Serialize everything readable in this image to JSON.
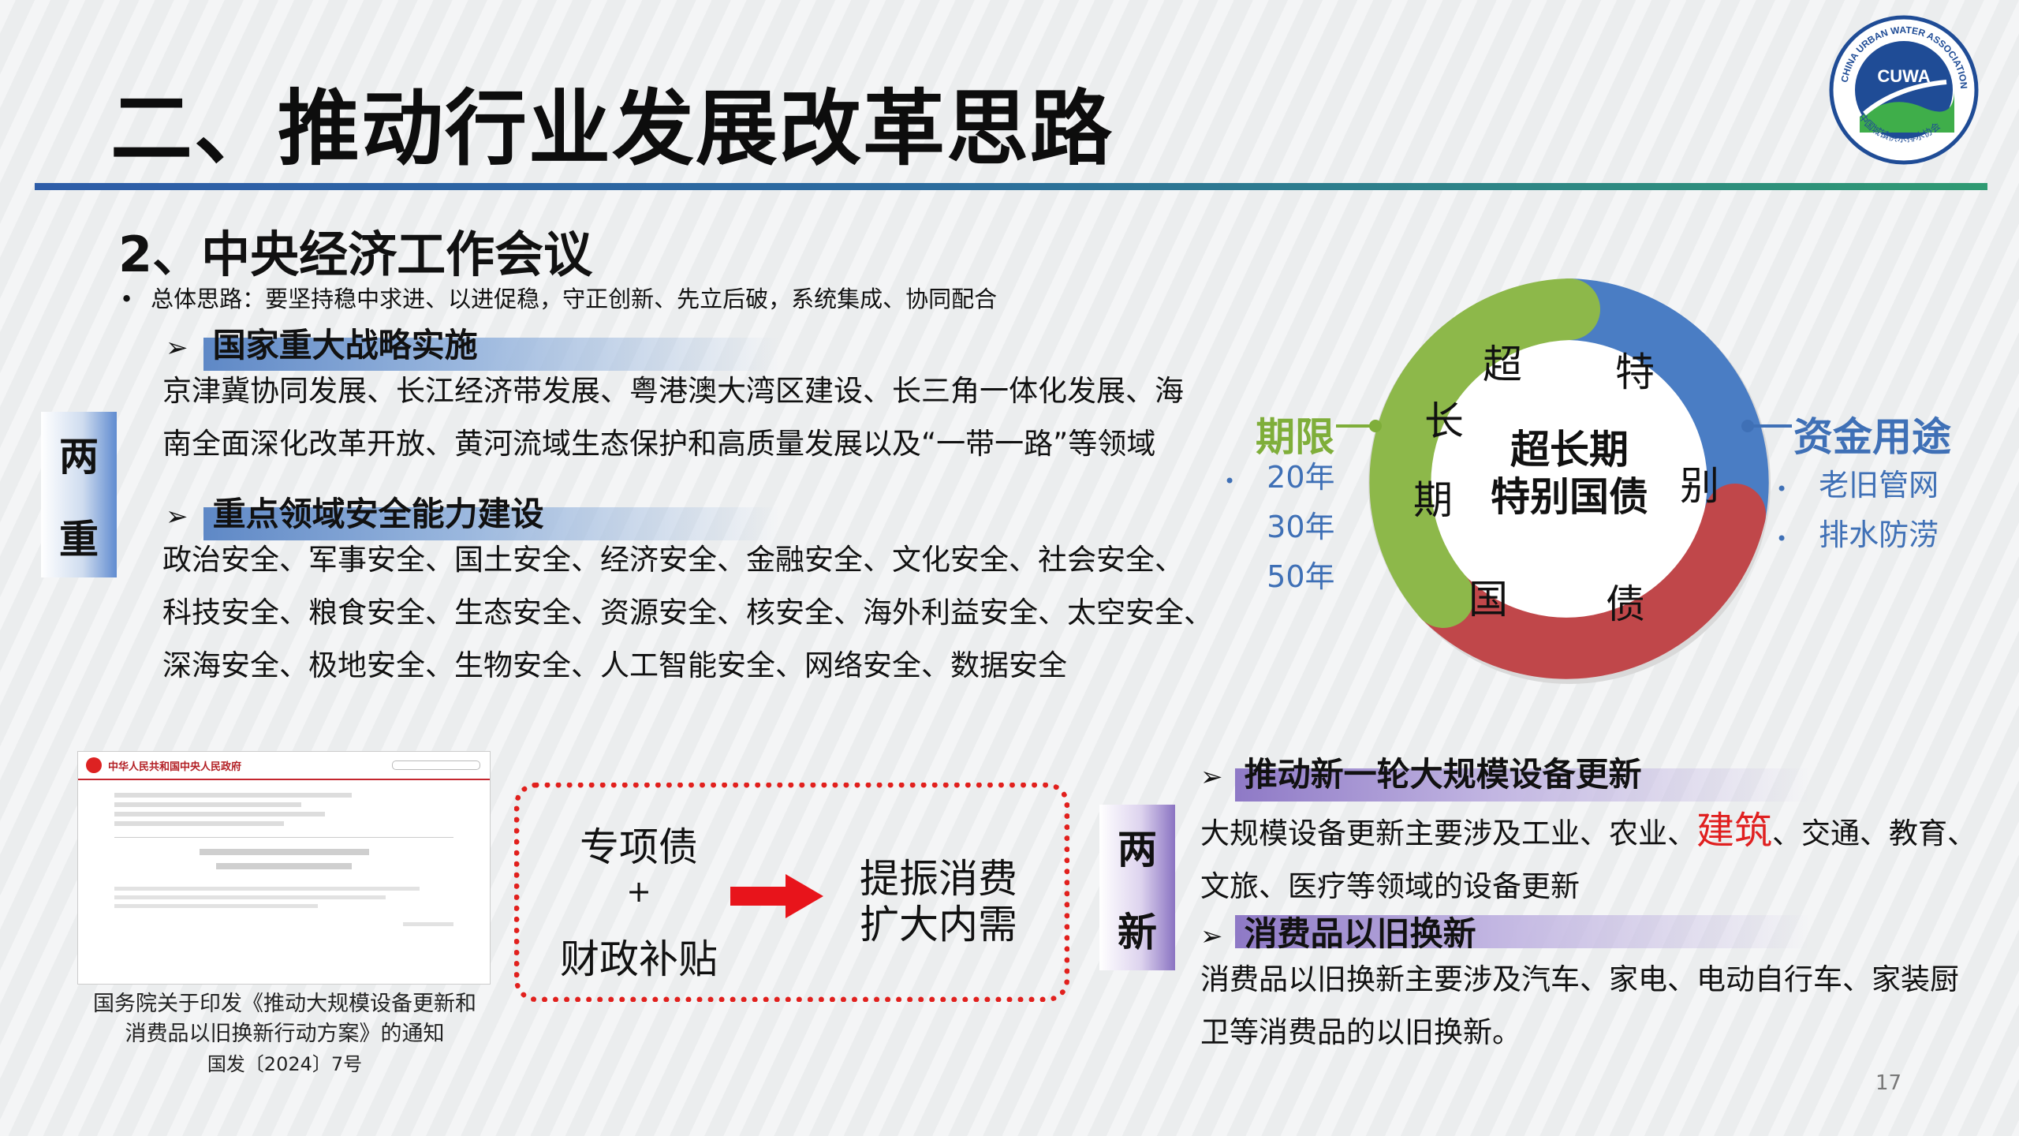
{
  "title": "二、推动行业发展改革思路",
  "logo": {
    "text": "CUWA",
    "ring_text": "CHINA URBAN WATER ASSOCIATION",
    "ring_text_cn": "中国城镇供水排水协会"
  },
  "subtitle": "2、中央经济工作会议",
  "intro": "总体思路：要坚持稳中求进、以进促稳，守正创新、先立后破，系统集成、协同配合",
  "left_label": [
    "两",
    "重"
  ],
  "section1": {
    "heading": "国家重大战略实施",
    "lines": [
      "京津冀协同发展、长江经济带发展、粤港澳大湾区建设、长三角一体化发展、海",
      "南全面深化改革开放、黄河流域生态保护和高质量发展以及“一带一路”等领域"
    ]
  },
  "section2": {
    "heading": "重点领域安全能力建设",
    "lines": [
      "政治安全、军事安全、国土安全、经济安全、金融安全、文化安全、社会安全、",
      "科技安全、粮食安全、生态安全、资源安全、核安全、海外利益安全、太空安全、",
      "深海安全、极地安全、生物安全、人工智能安全、网络安全、数据安全"
    ]
  },
  "ring": {
    "center": [
      "超长期",
      "特别国债"
    ],
    "chars": [
      "超",
      "长",
      "期",
      "特",
      "别",
      "国",
      "债"
    ],
    "colors": {
      "green": "#8db84a",
      "blue": "#4a7dc4",
      "red": "#c0474a",
      "outer": "#d9d9d9"
    }
  },
  "term": {
    "label": "期限",
    "items": [
      "20年",
      "30年",
      "50年"
    ]
  },
  "funds": {
    "label": "资金用途",
    "items": [
      "老旧管网",
      "排水防涝"
    ]
  },
  "doc": {
    "header": "中华人民共和国中央人民政府",
    "caption": [
      "国务院关于印发《推动大规模设备更新和",
      "消费品以旧换新行动方案》的通知",
      "国发〔2024〕7号"
    ]
  },
  "flow": {
    "left_top": "专项债",
    "plus": "+",
    "left_bottom": "财政补贴",
    "right_top": "提振消费",
    "right_bottom": "扩大内需"
  },
  "right_label": [
    "两",
    "新"
  ],
  "section3": {
    "heading": "推动新一轮大规模设备更新",
    "line1_a": "大规模设备更新主要涉及工业、农业、",
    "line1_red": "建筑",
    "line1_b": "、交通、教育、",
    "line2": "文旅、医疗等领域的设备更新"
  },
  "section4": {
    "heading": "消费品以旧换新",
    "lines": [
      "消费品以旧换新主要涉及汽车、家电、电动自行车、家装厨",
      "卫等消费品的以旧换新。"
    ]
  },
  "page_number": "17"
}
